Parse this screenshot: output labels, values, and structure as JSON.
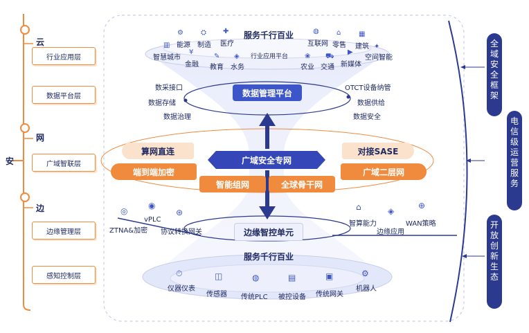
{
  "left_rail": {
    "label_an": "安",
    "label_yun": "云",
    "label_wang": "网",
    "label_bian": "边",
    "layers": [
      "行业应用层",
      "数据平台层",
      "广域智联层",
      "边缘管理层",
      "感知控制层"
    ]
  },
  "right_rail": {
    "box1": "全域安全框架",
    "box2": "电信级运营服务",
    "box3": "开放创新生态"
  },
  "top": {
    "title": "服务千行百业",
    "platform": "行业应用平台",
    "industries_top": [
      "能源",
      "制造",
      "医疗",
      "互联网",
      "零售",
      "建筑"
    ],
    "industries_bottom": [
      "智慧城市",
      "金融",
      "教育",
      "水务",
      "农业",
      "交通",
      "新媒体",
      "空间智能"
    ]
  },
  "data_platform": {
    "title": "数据管理平台",
    "left": [
      "数采接口",
      "数据存储",
      "数据治理"
    ],
    "right": [
      "OTCT设备纳管",
      "数据供给",
      "数据安全"
    ]
  },
  "wan": {
    "title": "广域安全专网",
    "items": [
      "算网直连",
      "端到端加密",
      "智能组网",
      "全球骨干网",
      "广域二层网",
      "对接SASE"
    ]
  },
  "edge": {
    "title": "边缘智控单元",
    "left": [
      "ZTNA&加密",
      "vPLC",
      "协议转换网关"
    ],
    "right": [
      "智算能力",
      "边缘应用",
      "WAN策略"
    ]
  },
  "bottom": {
    "title": "服务千行百业",
    "devices": [
      "仪器仪表",
      "传感器",
      "传统PLC",
      "被控设备",
      "传统网关",
      "机器人"
    ]
  },
  "colors": {
    "navy": "#2b3a8f",
    "orange": "#f08a3c",
    "blue": "#3c55c9"
  }
}
